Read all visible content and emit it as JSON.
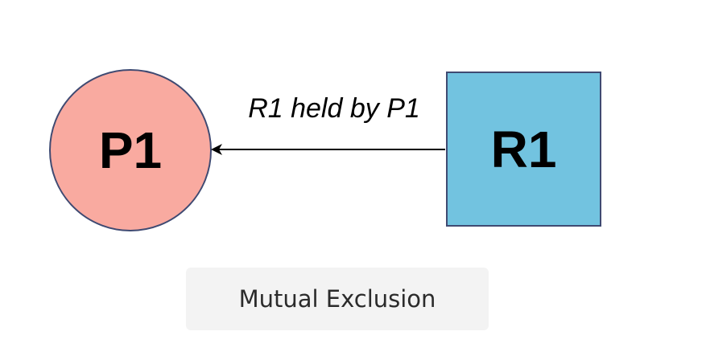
{
  "diagram": {
    "process": {
      "label": "P1",
      "fill_color": "#f9aaa0"
    },
    "resource": {
      "label": "R1",
      "fill_color": "#72c3e0"
    },
    "edge": {
      "label": "R1 held by P1",
      "from": "R1",
      "to": "P1"
    },
    "caption": "Mutual Exclusion",
    "outline_color": "#3f4a72"
  }
}
